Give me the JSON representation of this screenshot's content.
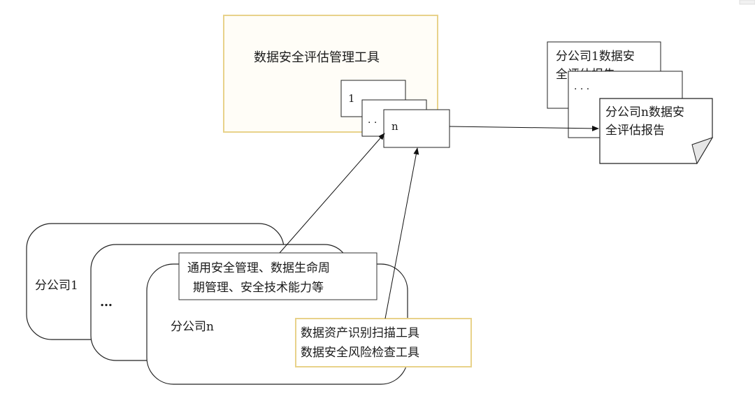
{
  "tool": {
    "title": "数据安全评估管理工具",
    "sheet_1": "1",
    "sheet_mid": "· ·",
    "sheet_n": "n"
  },
  "reports": {
    "report_1_line1": "分公司1数据安",
    "report_1_line2": "全评估报告",
    "report_mid": "· · ·",
    "report_n_line1": "分公司n数据安",
    "report_n_line2": "全评估报告"
  },
  "branches": {
    "branch_1": "分公司1",
    "branch_mid": "…",
    "branch_n": "分公司n"
  },
  "callouts": {
    "general_line1": "通用安全管理、数据生命周",
    "general_line2": "期管理、安全技术能力等",
    "tools_line1": "数据资产识别扫描工具",
    "tools_line2": "数据安全风险检查工具"
  },
  "colors": {
    "accent_border": "#e8d28a",
    "stroke": "#222222"
  }
}
